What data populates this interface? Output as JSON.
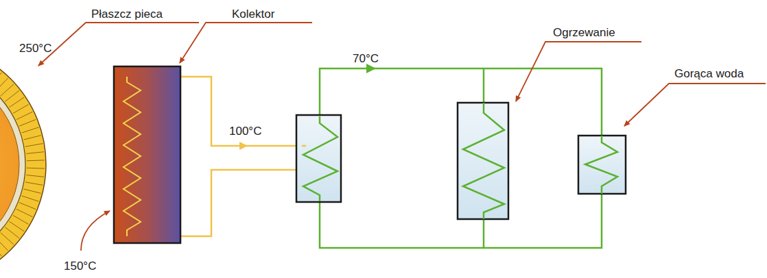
{
  "diagram": {
    "labels": [
      "Płaszcz pieca",
      "Kolektor",
      "250°C",
      "70°C",
      "Ogrzewanie",
      "Gorąca woda",
      "100°C",
      "150°C"
    ]
  }
}
